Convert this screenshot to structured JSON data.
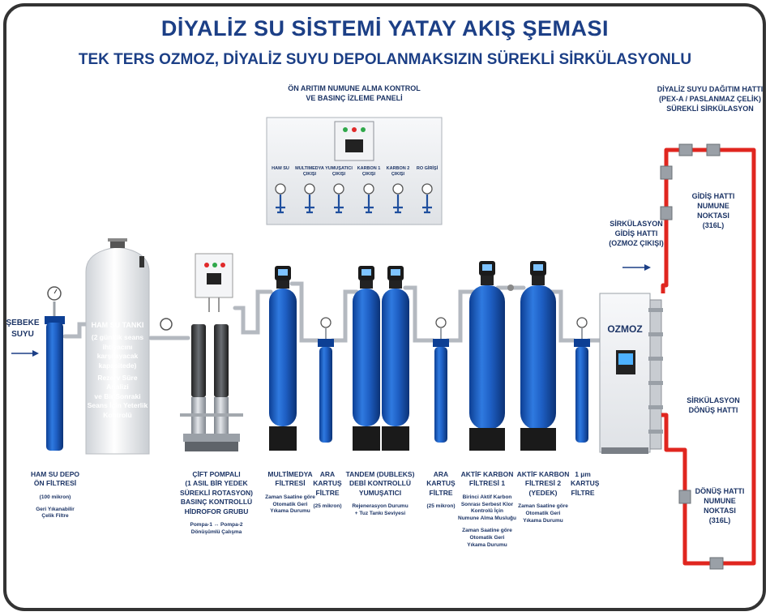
{
  "title": "DİYALİZ SU SİSTEMİ YATAY AKIŞ ŞEMASI",
  "subtitle": "TEK TERS OZMOZ, DİYALİZ SUYU DEPOLANMAKSIZIN SÜREKLİ SİRKÜLASYONLU",
  "panel": {
    "title_line1": "ÖN ARITIM NUMUNE ALMA KONTROL",
    "title_line2": "VE BASINÇ İZLEME PANELİ",
    "ports": [
      "HAM SU",
      "MULTIMEDYA ÇIKIŞI",
      "YUMUŞATICI ÇIKIŞI",
      "KARBON 1 ÇIKIŞI",
      "KARBON 2 ÇIKIŞI",
      "RO GİRİŞİ"
    ]
  },
  "inlet": {
    "line1": "ŞEBEKE",
    "line2": "SUYU"
  },
  "tank": {
    "lines": [
      "HAM SU TANKI",
      "(2 günlük seans",
      "ihtiyacını",
      "karşılayacak",
      "kapasitede)",
      "Rezerv Süre Analizi",
      "ve Bir Sonraki",
      "Seans İçin Yeterlik",
      "Kontrolü"
    ]
  },
  "components": [
    {
      "lines": [
        "HAM SU DEPO",
        "ÖN FİLTRESİ"
      ],
      "sub": [
        "(100 mikron)",
        "",
        "Geri Yıkanabilir",
        "Çelik Filtre"
      ]
    },
    {
      "lines": [
        "ÇİFT POMPALI",
        "(1 ASIL BİR YEDEK",
        "SÜREKLİ ROTASYON)",
        "BASINÇ KONTROLLÜ",
        "HİDROFOR GRUBU"
      ],
      "sub": [
        "Pompa-1 ↔ Pompa-2",
        "Dönüşümlü Çalışma"
      ]
    },
    {
      "lines": [
        "MULTİMEDYA",
        "FİLTRESİ"
      ],
      "sub": [
        "Zaman Saatine göre",
        "Otomatik Geri",
        "Yıkama Durumu"
      ]
    },
    {
      "lines": [
        "ARA KARTUŞ",
        "FİLTRE"
      ],
      "sub": [
        "(25 mikron)"
      ]
    },
    {
      "lines": [
        "TANDEM (DUBLEKS)",
        "DEBİ KONTROLLÜ",
        "YUMUŞATICI"
      ],
      "sub": [
        "Rejenerasyon Durumu",
        "+ Tuz Tankı Seviyesi"
      ]
    },
    {
      "lines": [
        "ARA KARTUŞ",
        "FİLTRE"
      ],
      "sub": [
        "(25 mikron)"
      ]
    },
    {
      "lines": [
        "AKTİF KARBON",
        "FİLTRESİ 1"
      ],
      "sub": [
        "Birinci Aktif Karbon",
        "Sonrası Serbest Klor",
        "Kontrolü İçin",
        "Numune Alma Musluğu",
        "",
        "Zaman Saatine göre",
        "Otomatik Geri",
        "Yıkama Durumu"
      ]
    },
    {
      "lines": [
        "AKTİF KARBON",
        "FİLTRESİ 2 (YEDEK)"
      ],
      "sub": [
        "Zaman Saatine göre",
        "Otomatik Geri",
        "Yıkama Durumu"
      ]
    },
    {
      "lines": [
        "1 µm",
        "KARTUŞ",
        "FİLTRE"
      ],
      "sub": []
    }
  ],
  "ozmoz": {
    "label": "OZMOZ"
  },
  "circulation": {
    "supply_header": [
      "DİYALİZ SUYU DAĞITIM HATTI",
      "(PEX-A / PASLANMAZ ÇELİK)",
      "SÜREKLİ SİRKÜLASYON"
    ],
    "supply_line": [
      "SİRKÜLASYON",
      "GİDİŞ HATTI",
      "(OZMOZ ÇIKIŞI)"
    ],
    "supply_sample": [
      "GİDİŞ HATTI",
      "NUMUNE",
      "NOKTASI",
      "(316L)"
    ],
    "return_line": [
      "SİRKÜLASYON",
      "DÖNÜŞ HATTI"
    ],
    "return_sample": [
      "DÖNÜŞ HATTI",
      "NUMUNE",
      "NOKTASI",
      "(316L)"
    ]
  },
  "colors": {
    "title": "#1c3f86",
    "vessel_blue": "#1f63c8",
    "vessel_dark": "#1a1a1a",
    "pipe_steel": "#b9bec5",
    "loop_red": "#e0261f"
  }
}
